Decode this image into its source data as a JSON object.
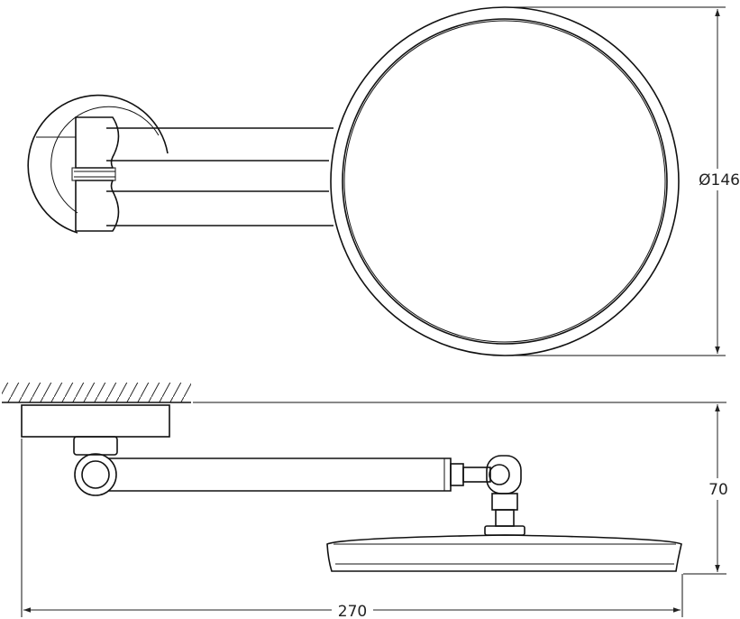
{
  "drawing": {
    "views": [
      "front-view",
      "side-view"
    ],
    "dimensions": {
      "mirror_diameter": "Ø146",
      "depth": "70",
      "projection": "270"
    }
  }
}
